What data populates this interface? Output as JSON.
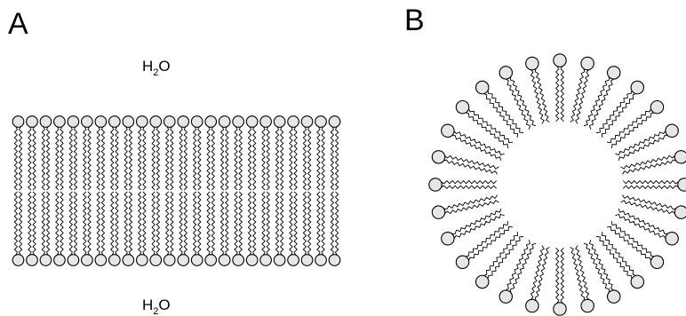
{
  "panels": {
    "a": {
      "label": "A",
      "water_top": {
        "main": "H",
        "sub": "2",
        "end": "O"
      },
      "water_bottom": {
        "main": "H",
        "sub": "2",
        "end": "O"
      },
      "lipids_per_leaflet": 24
    },
    "b": {
      "label": "B",
      "lipid_count": 28
    }
  },
  "colors": {
    "head_fill": "#e6e6e6",
    "outline": "#000000",
    "background": "#ffffff"
  }
}
